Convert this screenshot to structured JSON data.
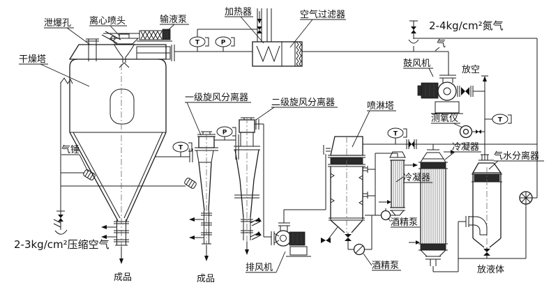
{
  "labels": {
    "explosion_vent": "泄爆孔",
    "centrifugal_nozzle": "离心喷头",
    "feed_pump": "输液泵",
    "heater": "加热器",
    "air_filter": "空气过滤器",
    "nitrogen": "2-4kg/cm²氮气",
    "gas": "气",
    "drying_tower": "干燥塔",
    "blower": "鼓风机",
    "vent": "放空",
    "cyclone_stage1": "一级旋风分离器",
    "cyclone_stage2": "二级旋风分离器",
    "spray_tower": "喷淋塔",
    "oxygen_analyzer": "测氧仪",
    "condenser_main": "冷凝器",
    "gas_water_separator": "气水分离器",
    "air_hammer": "气锤",
    "condenser_small": "冷凝器",
    "alcohol_pump_1": "酒精泵",
    "alcohol_pump_2": "酒精泵",
    "compressed_air": "2-3kg/cm²压缩空气",
    "product_1": "成品",
    "product_2": "成品",
    "exhaust_fan": "排风机",
    "drain_liquid": "放液体"
  },
  "gauges": {
    "temperature": "T",
    "pressure": "P"
  },
  "colors": {
    "line": "#1a1a1a",
    "background": "#ffffff",
    "dark_fill": "#2a2a2a"
  }
}
